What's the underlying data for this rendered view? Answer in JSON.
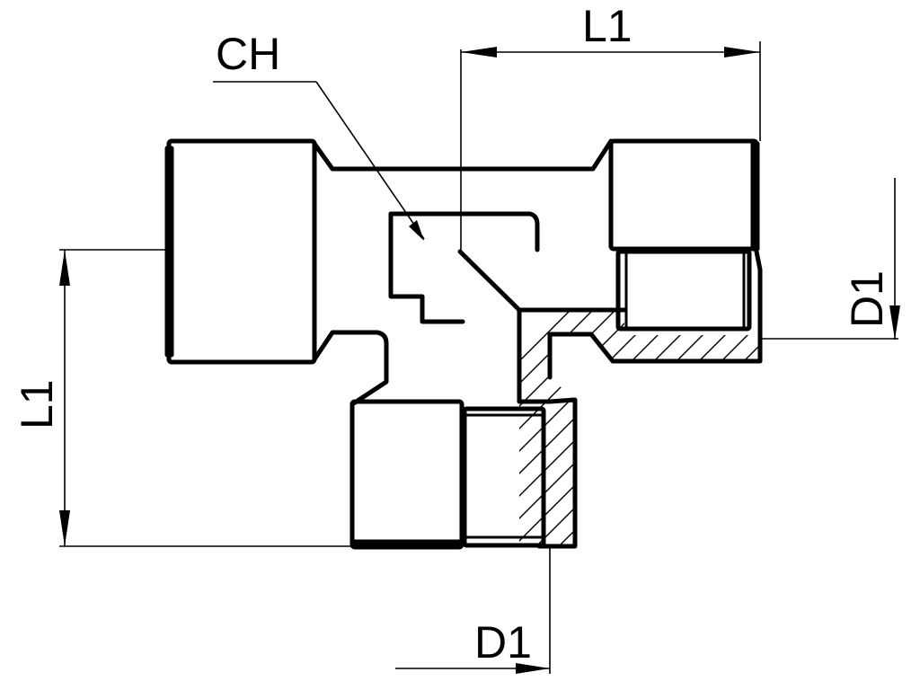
{
  "labels": {
    "ch": "CH",
    "l1_top": "L1",
    "l1_left": "L1",
    "d1_right": "D1",
    "d1_bottom": "D1"
  }
}
